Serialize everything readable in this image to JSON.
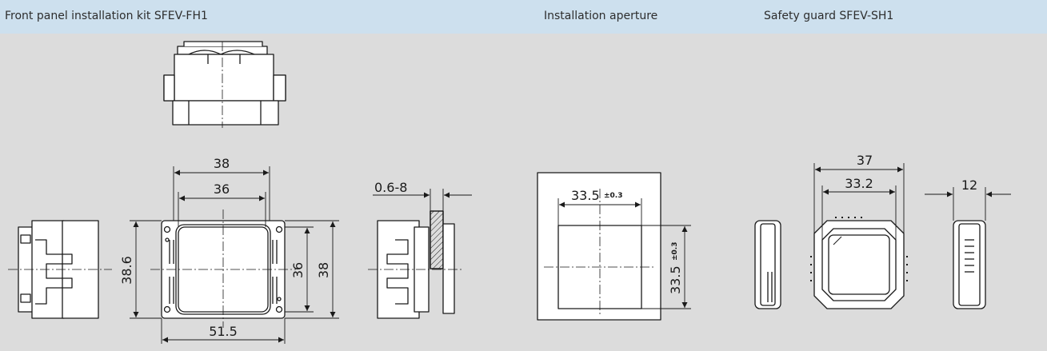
{
  "headers": {
    "kit": "Front panel installation kit SFEV-FH1",
    "aperture": "Installation aperture",
    "guard": "Safety guard SFEV-SH1"
  },
  "kit": {
    "width_outer": "38",
    "width_inner": "36",
    "height_left": "38.6",
    "height_inner": "36",
    "height_outer": "38",
    "base_width": "51.5",
    "panel_thickness": "0.6-8"
  },
  "aperture": {
    "width": "33.5",
    "width_tol": "±0.3",
    "height": "33.5",
    "height_tol": "±0.3"
  },
  "guard": {
    "width_outer": "37",
    "width_inner": "33.2",
    "depth": "12"
  },
  "colors": {
    "background": "#dcdcdc",
    "header": "#cde0ee",
    "line": "#1a1a1a",
    "part_fill": "#ffffff"
  }
}
